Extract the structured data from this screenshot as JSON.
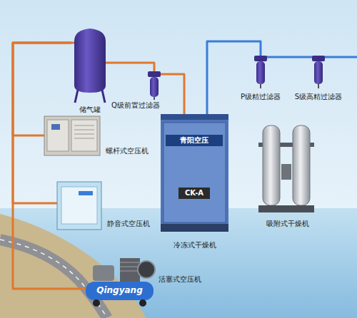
{
  "diagram": {
    "nodes": [
      {
        "text": [
          "储气罐"
        ]
      },
      {
        "text": [
          "Q级前置过滤器"
        ]
      },
      {
        "text": [
          "P级精过滤器"
        ]
      },
      {
        "text": [
          "S级高精过滤器"
        ]
      },
      {
        "text": [
          "螺杆式空压机"
        ]
      },
      {
        "text": [
          "冷冻式干燥机"
        ]
      },
      {
        "text": [
          "吸附式干燥机"
        ]
      },
      {
        "text": [
          "静音式空压机"
        ]
      },
      {
        "text": [
          "活塞式空压机"
        ]
      }
    ],
    "edges": [
      {
        "from": 4,
        "to": 0,
        "arrow": "none"
      },
      {
        "from": 7,
        "to": 0,
        "arrow": "none"
      },
      {
        "from": 8,
        "to": 0,
        "arrow": "none"
      },
      {
        "from": 0,
        "to": 1,
        "arrow": "none"
      },
      {
        "from": 1,
        "to": 5,
        "arrow": "none"
      },
      {
        "from": 5,
        "to": 2,
        "arrow": "none"
      },
      {
        "from": 2,
        "to": 3,
        "arrow": "none"
      }
    ],
    "labels": [
      "青阳空压",
      "CK-A",
      "Qingyang"
    ]
  }
}
